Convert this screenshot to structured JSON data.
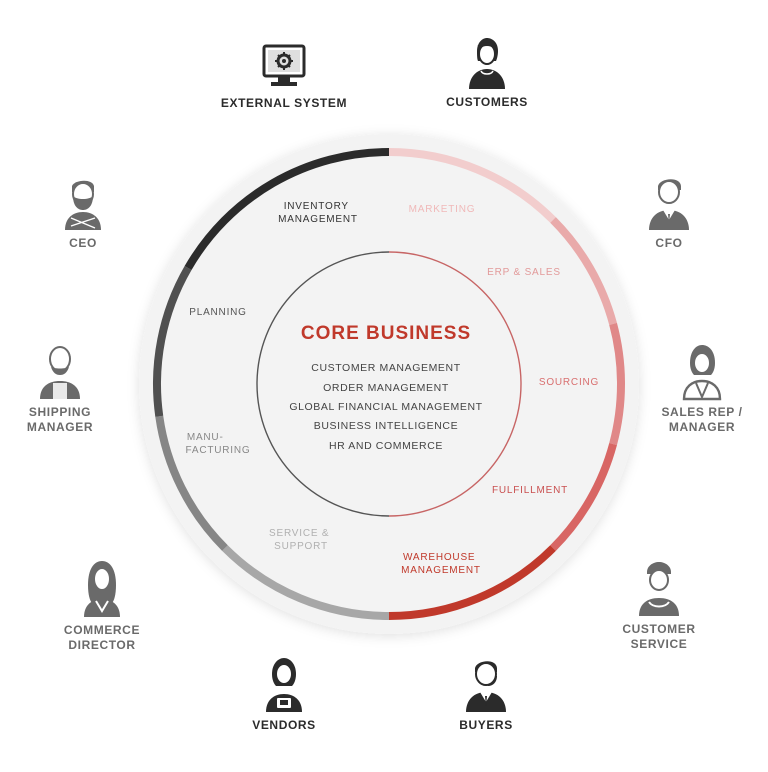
{
  "center": {
    "title": "CORE BUSINESS",
    "items": [
      "CUSTOMER MANAGEMENT",
      "ORDER MANAGEMENT",
      "GLOBAL FINANCIAL MANAGEMENT",
      "BUSINESS INTELLIGENCE",
      "HR AND COMMERCE"
    ]
  },
  "segments": [
    {
      "key": "marketing",
      "lines": [
        "MARKETING"
      ],
      "color": "#f2c6c6"
    },
    {
      "key": "erp_sales",
      "lines": [
        "ERP & SALES"
      ],
      "color": "#e9a7a7"
    },
    {
      "key": "sourcing",
      "lines": [
        "SOURCING"
      ],
      "color": "#e08a8a"
    },
    {
      "key": "fulfillment",
      "lines": [
        "FULFILLMENT"
      ],
      "color": "#d86a68"
    },
    {
      "key": "warehouse",
      "lines": [
        "WAREHOUSE",
        "MANAGEMENT"
      ],
      "color": "#c0392b"
    },
    {
      "key": "service_support",
      "lines": [
        "SERVICE &",
        "SUPPORT"
      ],
      "color": "#a8a8a8"
    },
    {
      "key": "manufacturing",
      "lines": [
        "MANU-",
        "FACTURING"
      ],
      "color": "#878787"
    },
    {
      "key": "planning",
      "lines": [
        "PLANNING"
      ],
      "color": "#4a4a4a"
    },
    {
      "key": "inventory",
      "lines": [
        "INVENTORY",
        "MANAGEMENT"
      ],
      "color": "#2b2b2b"
    }
  ],
  "personas": {
    "external_system": {
      "label": "EXTERNAL SYSTEM",
      "icon": "computer-gear-icon"
    },
    "customers": {
      "label": "CUSTOMERS",
      "icon": "person-icon"
    },
    "ceo": {
      "label": "CEO",
      "icon": "bearded-man-icon"
    },
    "cfo": {
      "label": "CFO",
      "icon": "man-suit-icon"
    },
    "shipping_manager": {
      "label": "SHIPPING\nMANAGER",
      "icon": "worker-icon"
    },
    "sales_rep": {
      "label": "SALES REP /\nMANAGER",
      "icon": "headset-woman-icon"
    },
    "commerce_director": {
      "label": "COMMERCE\nDIRECTOR",
      "icon": "woman-icon"
    },
    "customer_service": {
      "label": "CUSTOMER\nSERVICE",
      "icon": "cap-agent-icon"
    },
    "vendors": {
      "label": "VENDORS",
      "icon": "vendor-woman-icon"
    },
    "buyers": {
      "label": "BUYERS",
      "icon": "headset-man-icon"
    }
  },
  "colors": {
    "accent": "#c0392b",
    "dark": "#2b2b2b",
    "grey": "#6a6a6a",
    "disc": "#f5f5f5",
    "segment_label_grey": "#555555",
    "segment_label_light": "#b0b0b0"
  }
}
